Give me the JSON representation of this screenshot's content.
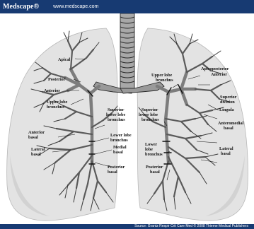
{
  "header": {
    "brand": "Medscape®",
    "url": "www.medscape.com"
  },
  "footer": {
    "source": "Source: Grantz Respir Crit Care Med © 2008 Thieme Medical Publishers"
  },
  "colors": {
    "header_bg": "#173a72",
    "lung_fill": "#e3e3e3",
    "airway_fill": "#9a9a9a",
    "airway_stroke": "#2a2a2a"
  },
  "labels": {
    "left": {
      "apical": "Apical",
      "posterior": "Posterior",
      "anterior": "Anterior",
      "upper_lobe_bronchus_1": "Upper lobe",
      "upper_lobe_bronchus_2": "bronchus",
      "anterior_basal_1": "Anterior",
      "anterior_basal_2": "basal",
      "lateral_basal_1": "Lateral",
      "lateral_basal_2": "basal",
      "superior_lower_lobe_1": "Superior",
      "superior_lower_lobe_2": "lower lobe",
      "superior_lower_lobe_3": "bronchus",
      "lower_lobe_bronchus_1": "Lower lobe",
      "lower_lobe_bronchus_2": "bronchus",
      "medial_basal_1": "Medial",
      "medial_basal_2": "basal",
      "posterior_basal_1": "Posterior",
      "posterior_basal_2": "basal"
    },
    "right": {
      "upper_lobe_bronchus_1": "Upper lobe",
      "upper_lobe_bronchus_2": "bronchus",
      "apicoposterior": "Apicoposterior",
      "anterior": "Anterior",
      "superior_division_1": "Superior",
      "superior_division_2": "division",
      "lingula": "Lingula",
      "superior_lower_lobe_1": "Superior",
      "superior_lower_lobe_2": "lower lobe",
      "superior_lower_lobe_3": "bronchus",
      "anteromedial_basal_1": "Anteromedial",
      "anteromedial_basal_2": "basal",
      "lower_lobe_bronchus_1": "Lower",
      "lower_lobe_bronchus_2": "lobe",
      "lower_lobe_bronchus_3": "bronchus",
      "lateral_basal_1": "Lateral",
      "lateral_basal_2": "basal",
      "posterior_basal_1": "Posterior",
      "posterior_basal_2": "basal"
    }
  }
}
